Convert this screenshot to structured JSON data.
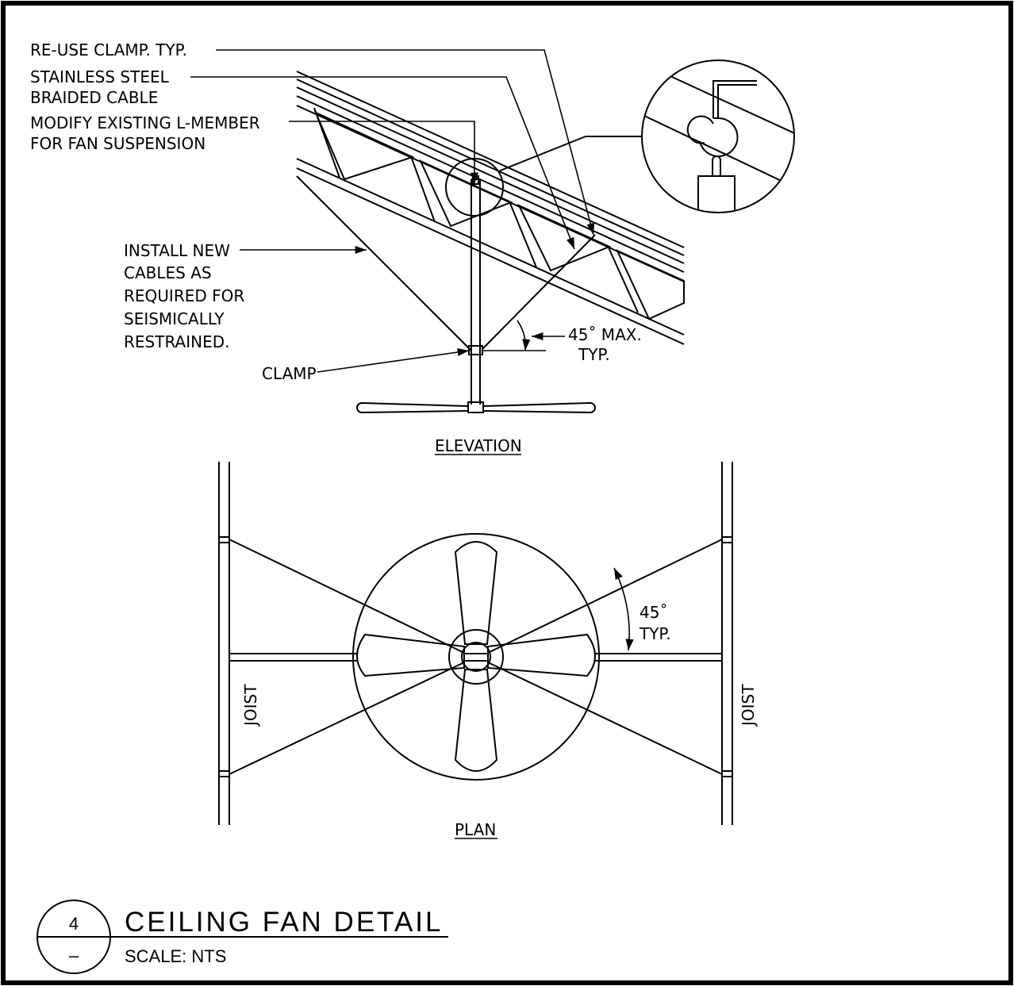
{
  "labels": {
    "reuse_clamp": "RE-USE CLAMP. TYP.",
    "steel_cable_1": "STAINLESS STEEL",
    "steel_cable_2": "BRAIDED CABLE",
    "modify_1": "MODIFY EXISTING L-MEMBER",
    "modify_2": "FOR FAN SUSPENSION",
    "install_1": "INSTALL NEW",
    "install_2": "CABLES AS",
    "install_3": "REQUIRED FOR",
    "install_4": "SEISMICALLY",
    "install_5": "RESTRAINED.",
    "clamp": "CLAMP",
    "angle_elev_1": "45˚ MAX.",
    "angle_elev_2": "TYP.",
    "elevation": "ELEVATION",
    "angle_plan_1": "45˚",
    "angle_plan_2": "TYP.",
    "joist_left": "JOIST",
    "joist_right": "JOIST",
    "plan": "PLAN"
  },
  "title_block": {
    "detail_number": "4",
    "sheet_ref": "–",
    "title": "CEILING FAN DETAIL",
    "scale": "SCALE: NTS"
  },
  "colors": {
    "ink": "#000000",
    "paper": "#ffffff"
  }
}
